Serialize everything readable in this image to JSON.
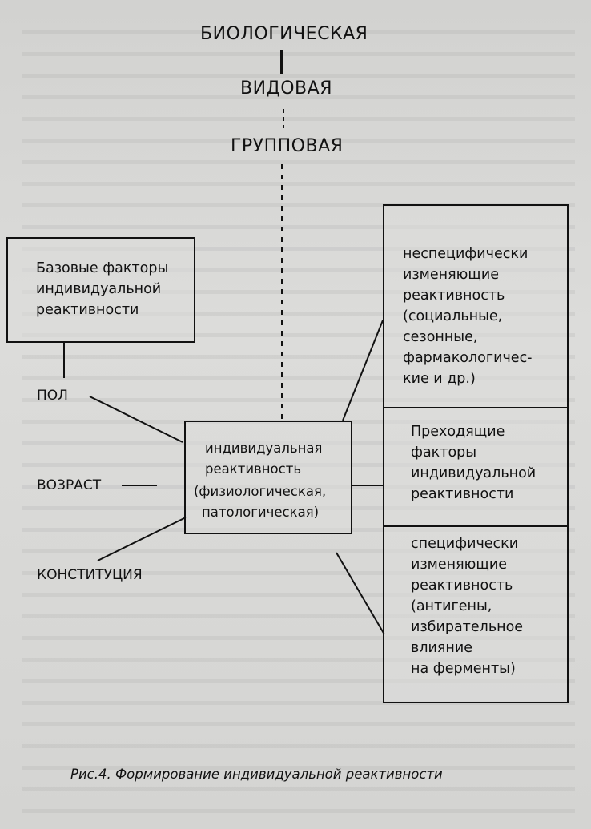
{
  "levels": {
    "biological": "БИОЛОГИЧЕСКАЯ",
    "species": "ВИДОВАЯ",
    "group": "ГРУППОВАЯ"
  },
  "base_factors": {
    "line1": "Базовые факторы",
    "line2": "индивидуальной",
    "line3": "реактивности"
  },
  "factors": {
    "sex": "ПОЛ",
    "age": "ВОЗРАСТ",
    "constitution": "КОНСТИТУЦИЯ"
  },
  "center": {
    "line1": "индивидуальная",
    "line2": "реактивность",
    "line3": "(физиологическая,",
    "line4": "патологическая)"
  },
  "nonspecific": {
    "line1": "неспецифически",
    "line2": "изменяющие",
    "line3": "реактивность",
    "line4": "(социальные,",
    "line5": "сезонные,",
    "line6": "фармакологичес-",
    "line7": "кие и др.)"
  },
  "transient": {
    "line1": "Преходящие",
    "line2": "факторы",
    "line3": "индивидуальной",
    "line4": "реактивности"
  },
  "specific": {
    "line1": "специфически",
    "line2": "изменяющие",
    "line3": "реактивность",
    "line4": "(антигены,",
    "line5": "избирательное",
    "line6": "влияние",
    "line7": "на ферменты)"
  },
  "caption": "Рис.4. Формирование индивидуальной реактивности",
  "colors": {
    "ink": "#111111",
    "paper": "#d6d6d4"
  }
}
